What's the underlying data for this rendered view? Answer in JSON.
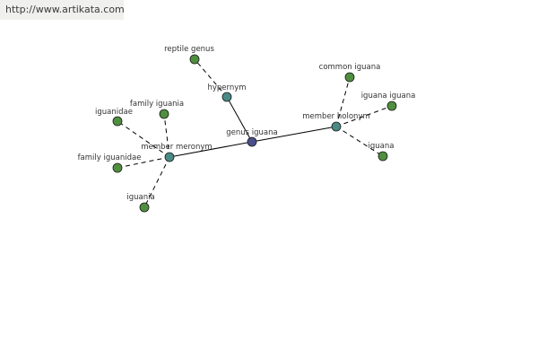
{
  "header": {
    "url": "http://www.artikata.com"
  },
  "graph": {
    "colors": {
      "center": "#4a4f8c",
      "relation": "#4a8a84",
      "leaf": "#4f8f3f",
      "stroke": "#1a1a1a",
      "edge": "#000000"
    },
    "nodes": [
      {
        "id": "genus_iguana",
        "label": "genus iguana",
        "kind": "center"
      },
      {
        "id": "hypernym",
        "label": "hypernym",
        "kind": "relation"
      },
      {
        "id": "member_holonym",
        "label": "member holonym",
        "kind": "relation"
      },
      {
        "id": "member_meronym",
        "label": "member meronym",
        "kind": "relation"
      },
      {
        "id": "reptile_genus",
        "label": "reptile genus",
        "kind": "leaf"
      },
      {
        "id": "common_iguana",
        "label": "common iguana",
        "kind": "leaf"
      },
      {
        "id": "iguana_iguana",
        "label": "iguana iguana",
        "kind": "leaf"
      },
      {
        "id": "iguana",
        "label": "iguana",
        "kind": "leaf"
      },
      {
        "id": "iguanidae",
        "label": "iguanidae",
        "kind": "leaf"
      },
      {
        "id": "family_iguania",
        "label": "family iguania",
        "kind": "leaf"
      },
      {
        "id": "family_iguanidae",
        "label": "family iguanidae",
        "kind": "leaf"
      },
      {
        "id": "iguania",
        "label": "iguania",
        "kind": "leaf"
      }
    ],
    "edges": [
      {
        "from": "genus_iguana",
        "to": "hypernym",
        "style": "solid"
      },
      {
        "from": "genus_iguana",
        "to": "member_holonym",
        "style": "solid"
      },
      {
        "from": "genus_iguana",
        "to": "member_meronym",
        "style": "solid"
      },
      {
        "from": "hypernym",
        "to": "reptile_genus",
        "style": "dashed"
      },
      {
        "from": "member_holonym",
        "to": "common_iguana",
        "style": "dashed"
      },
      {
        "from": "member_holonym",
        "to": "iguana_iguana",
        "style": "dashed"
      },
      {
        "from": "member_holonym",
        "to": "iguana",
        "style": "dashed"
      },
      {
        "from": "member_meronym",
        "to": "iguanidae",
        "style": "dashed"
      },
      {
        "from": "member_meronym",
        "to": "family_iguania",
        "style": "dashed"
      },
      {
        "from": "member_meronym",
        "to": "family_iguanidae",
        "style": "dashed"
      },
      {
        "from": "member_meronym",
        "to": "iguania",
        "style": "dashed"
      }
    ]
  }
}
